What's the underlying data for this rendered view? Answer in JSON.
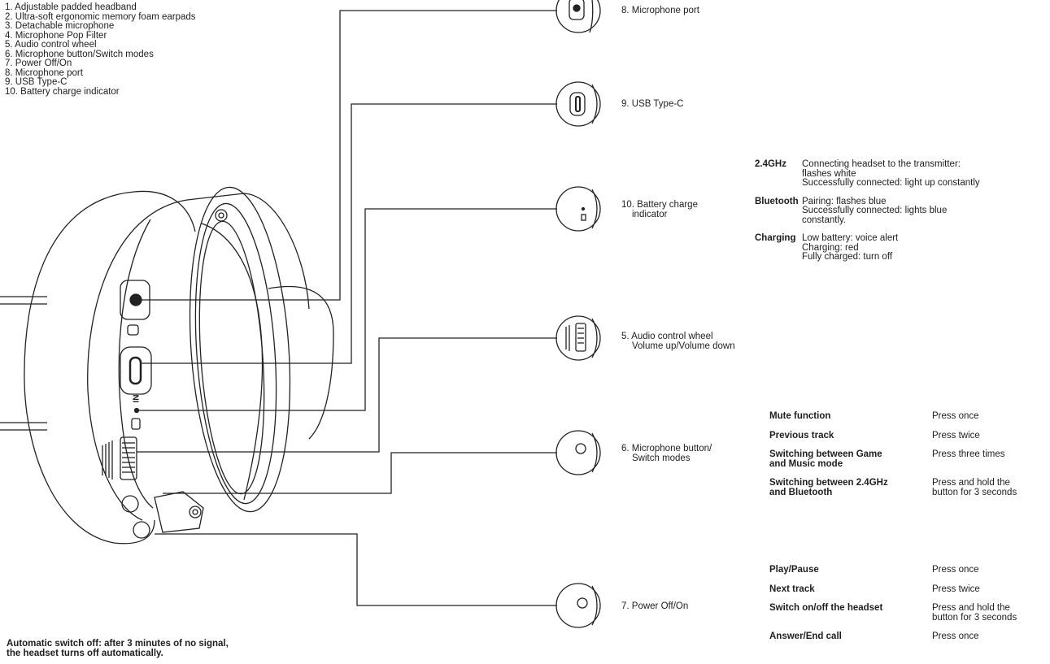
{
  "legend": [
    "1. Adjustable padded headband",
    "2. Ultra-soft ergonomic memory foam earpads",
    "3. Detachable microphone",
    "4. Microphone Pop Filter",
    "5. Audio control wheel",
    "6. Microphone button/Switch modes",
    "7. Power Off/On",
    "8. Microphone port",
    "9. USB Type-C",
    "10. Battery charge indicator"
  ],
  "callouts": {
    "mic_port": "8. Microphone port",
    "usb": "9. USB Type-C",
    "battery_l1": "10. Battery charge",
    "battery_l2": "indicator",
    "wheel_l1": "5. Audio control wheel",
    "wheel_l2": "Volume up/Volume down",
    "micbtn_l1": "6. Microphone button/",
    "micbtn_l2": "Switch modes",
    "power": "7. Power Off/On"
  },
  "device_marks": {
    "indicator_label": "NI"
  },
  "indicator_status": [
    {
      "mode": "2.4GHz",
      "lines": [
        "Connecting headset to the transmitter:",
        "flashes white",
        "Successfully connected: light up constantly"
      ]
    },
    {
      "mode": "Bluetooth",
      "lines": [
        "Pairing: flashes blue",
        "Successfully connected: lights blue",
        "constantly."
      ]
    },
    {
      "mode": "Charging",
      "lines": [
        "Low battery: voice alert",
        "Charging: red",
        "Fully charged: turn off"
      ]
    }
  ],
  "mic_button_functions": [
    {
      "function": [
        "Mute function"
      ],
      "action": [
        "Press once"
      ]
    },
    {
      "function": [
        "Previous track"
      ],
      "action": [
        "Press twice"
      ]
    },
    {
      "function": [
        "Switching between Game",
        "and Music mode"
      ],
      "action": [
        "Press three times"
      ]
    },
    {
      "function": [
        "Switching between 2.4GHz",
        "and Bluetooth"
      ],
      "action": [
        "Press and hold the",
        "button for 3 seconds"
      ]
    }
  ],
  "power_button_functions": [
    {
      "function": [
        "Play/Pause"
      ],
      "action": [
        "Press once"
      ]
    },
    {
      "function": [
        "Next track"
      ],
      "action": [
        "Press twice"
      ]
    },
    {
      "function": [
        "Switch on/off the headset"
      ],
      "action": [
        "Press and hold the",
        "button for 3 seconds"
      ]
    },
    {
      "function": [
        "Answer/End call"
      ],
      "action": [
        "Press once"
      ]
    }
  ],
  "footnote": [
    "Automatic switch off: after 3 minutes of no signal,",
    "the headset turns off automatically."
  ]
}
